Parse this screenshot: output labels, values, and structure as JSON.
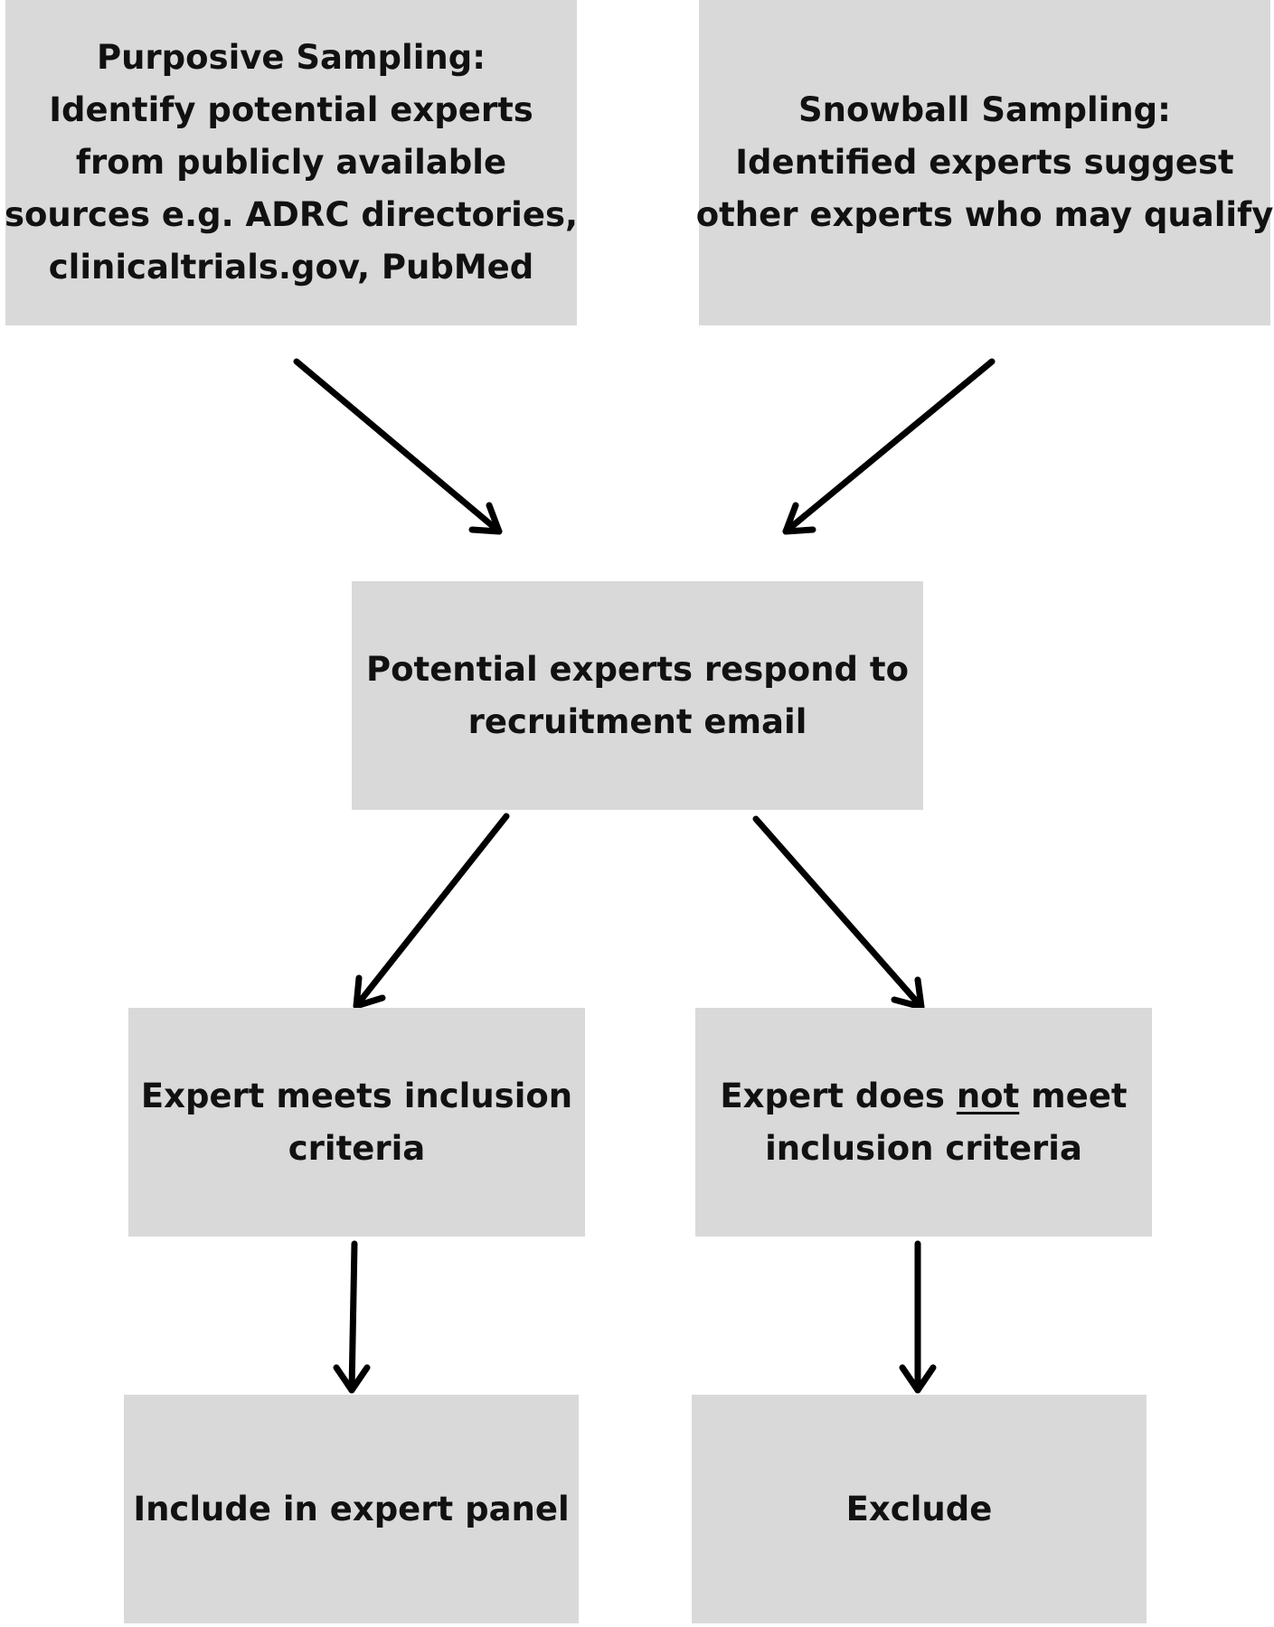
{
  "boxes": {
    "purposive": {
      "lines": [
        "Purposive Sampling:",
        "Identify potential experts",
        "from publicly available",
        "sources e.g. ADRC directories,",
        "clinicaltrials.gov, PubMed"
      ]
    },
    "snowball": {
      "lines": [
        "Snowball Sampling:",
        "Identified experts suggest",
        "other experts who may qualify"
      ]
    },
    "respond": {
      "lines": [
        "Potential experts respond to",
        "recruitment email"
      ]
    },
    "meets": {
      "lines": [
        "Expert meets inclusion",
        "criteria"
      ]
    },
    "not_meet": {
      "line1_before": "Expert does ",
      "line1_emphasis": "not",
      "line1_after": " meet",
      "line2": "inclusion criteria"
    },
    "include": {
      "lines": [
        "Include in expert panel"
      ]
    },
    "exclude": {
      "lines": [
        "Exclude"
      ]
    }
  },
  "colors": {
    "box_fill": "#d9d9d9",
    "text": "#111111",
    "arrow": "#000000",
    "background": "#ffffff"
  }
}
